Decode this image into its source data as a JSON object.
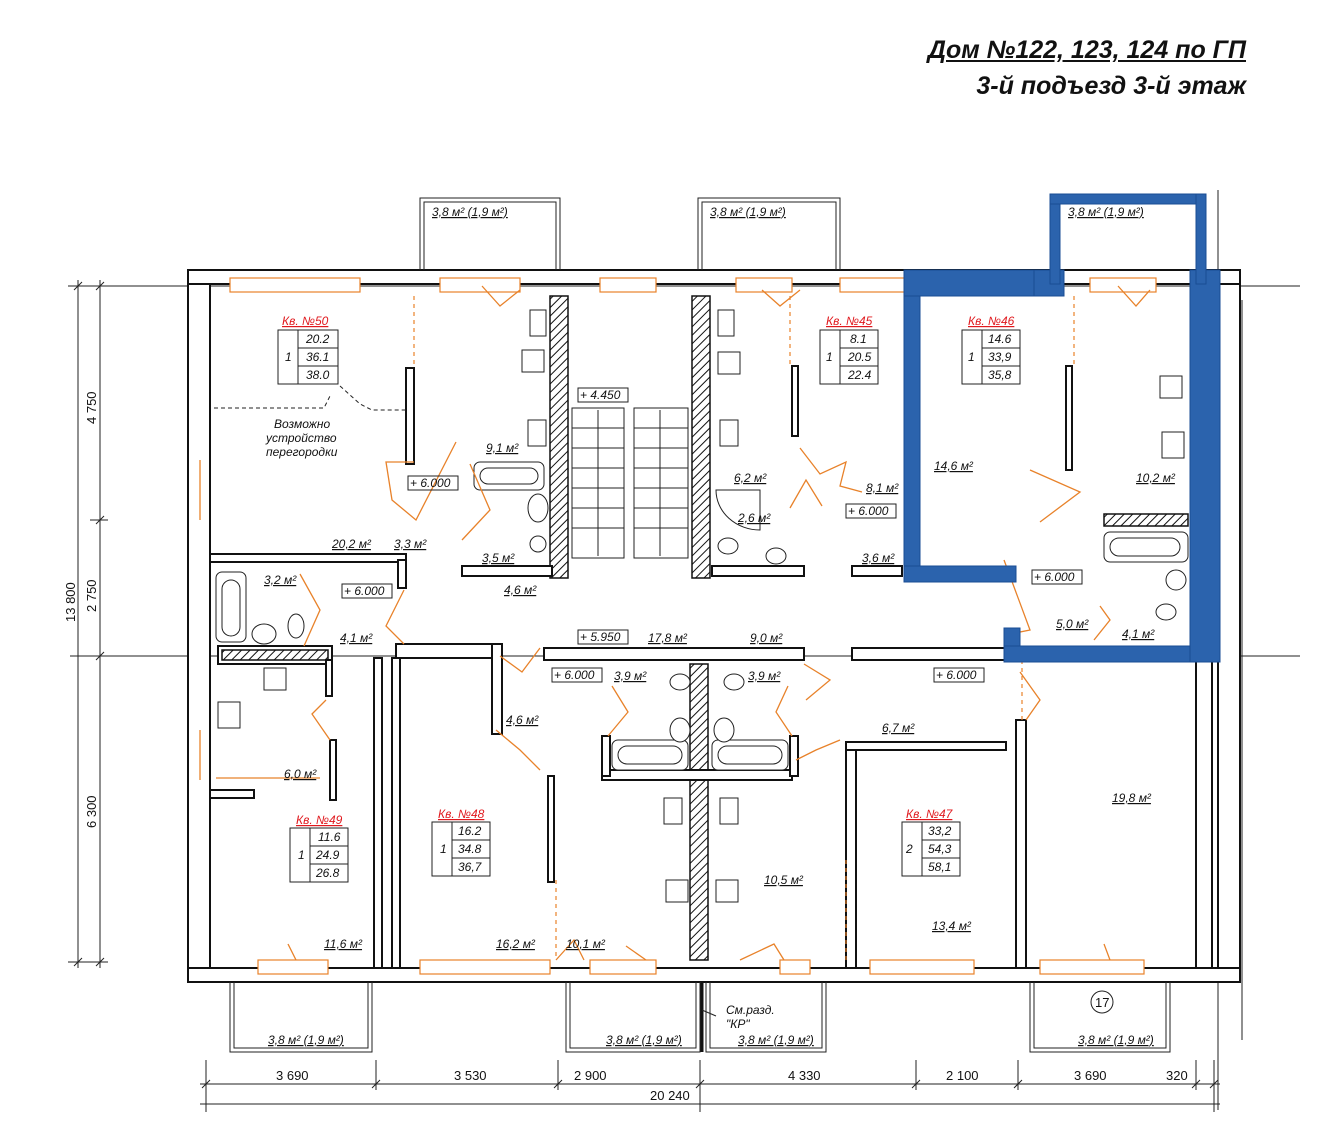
{
  "header": {
    "line1": "Дом №122, 123, 124 по ГП",
    "line2": "3-й подъезд 3-й этаж"
  },
  "colors": {
    "highlight": "#2b63ad",
    "apartment_label": "#e0191e",
    "door_lines": "#e8822a"
  },
  "apartments": [
    {
      "name": "Кв. №50",
      "rooms": "1",
      "values": [
        "20.2",
        "36.1",
        "38.0"
      ]
    },
    {
      "name": "Кв. №45",
      "rooms": "1",
      "values": [
        "8.1",
        "20.5",
        "22.4"
      ]
    },
    {
      "name": "Кв. №46",
      "rooms": "1",
      "values": [
        "14.6",
        "33,9",
        "35,8"
      ]
    },
    {
      "name": "Кв. №49",
      "rooms": "1",
      "values": [
        "11.6",
        "24.9",
        "26.8"
      ]
    },
    {
      "name": "Кв. №48",
      "rooms": "1",
      "values": [
        "16.2",
        "34.8",
        "36,7"
      ]
    },
    {
      "name": "Кв. №47",
      "rooms": "2",
      "values": [
        "33,2",
        "54,3",
        "58,1"
      ]
    }
  ],
  "areas": {
    "balcony_1": "3,8 м² (1,9 м²)",
    "balcony_2": "3,8 м² (1,9 м²)",
    "balcony_3": "3,8 м² (1,9 м²)",
    "balcony_4": "3,8 м² (1,9 м²)",
    "balcony_5": "3,8 м² (1,9 м²)",
    "balcony_6": "3,8 м² (1,9 м²)",
    "balcony_7": "3,8 м² (1,9 м²)",
    "a_9_1": "9,1 м²",
    "a_6_2": "6,2 м²",
    "a_2_6": "2,6 м²",
    "a_8_1": "8,1 м²",
    "a_14_6": "14,6 м²",
    "a_10_2": "10,2 м²",
    "a_20_2": "20,2 м²",
    "a_3_3": "3,3 м²",
    "a_3_5": "3,5 м²",
    "a_3_6": "3,6 м²",
    "a_3_2": "3,2 м²",
    "a_4_6a": "4,6 м²",
    "a_4_1a": "4,1 м²",
    "a_17_8": "17,8 м²",
    "a_9_0": "9,0 м²",
    "a_5_0": "5,0 м²",
    "a_4_1b": "4,1 м²",
    "a_3_9a": "3,9 м²",
    "a_3_9b": "3,9 м²",
    "a_4_6b": "4,6 м²",
    "a_6_7": "6,7 м²",
    "a_6_0": "6,0 м²",
    "a_19_8": "19,8 м²",
    "a_10_5": "10,5 м²",
    "a_13_4": "13,4 м²",
    "a_11_6": "11,6 м²",
    "a_16_2": "16,2 м²",
    "a_10_1": "10,1 м²"
  },
  "notes": {
    "partition": [
      "Возможно",
      "устройство",
      "перегородки"
    ],
    "section_ref": [
      "См.разд.",
      "\"КР\""
    ],
    "axis_number": "17"
  },
  "levels": {
    "l1": "+ 4.450",
    "l2": "+ 6.000",
    "l3": "+ 6.000",
    "l4": "+ 6.000",
    "l5": "+ 6.000",
    "l6": "+ 5.950",
    "l7": "+ 6.000",
    "l8": "+ 6.000"
  },
  "dimensions": {
    "horizontal": [
      "3 690",
      "3 530",
      "2 900",
      "4 330",
      "2 100",
      "3 690",
      "320"
    ],
    "total": "20 240",
    "vertical_total": "13 800",
    "vertical": [
      "4 750",
      "2 750",
      "6 300"
    ]
  }
}
